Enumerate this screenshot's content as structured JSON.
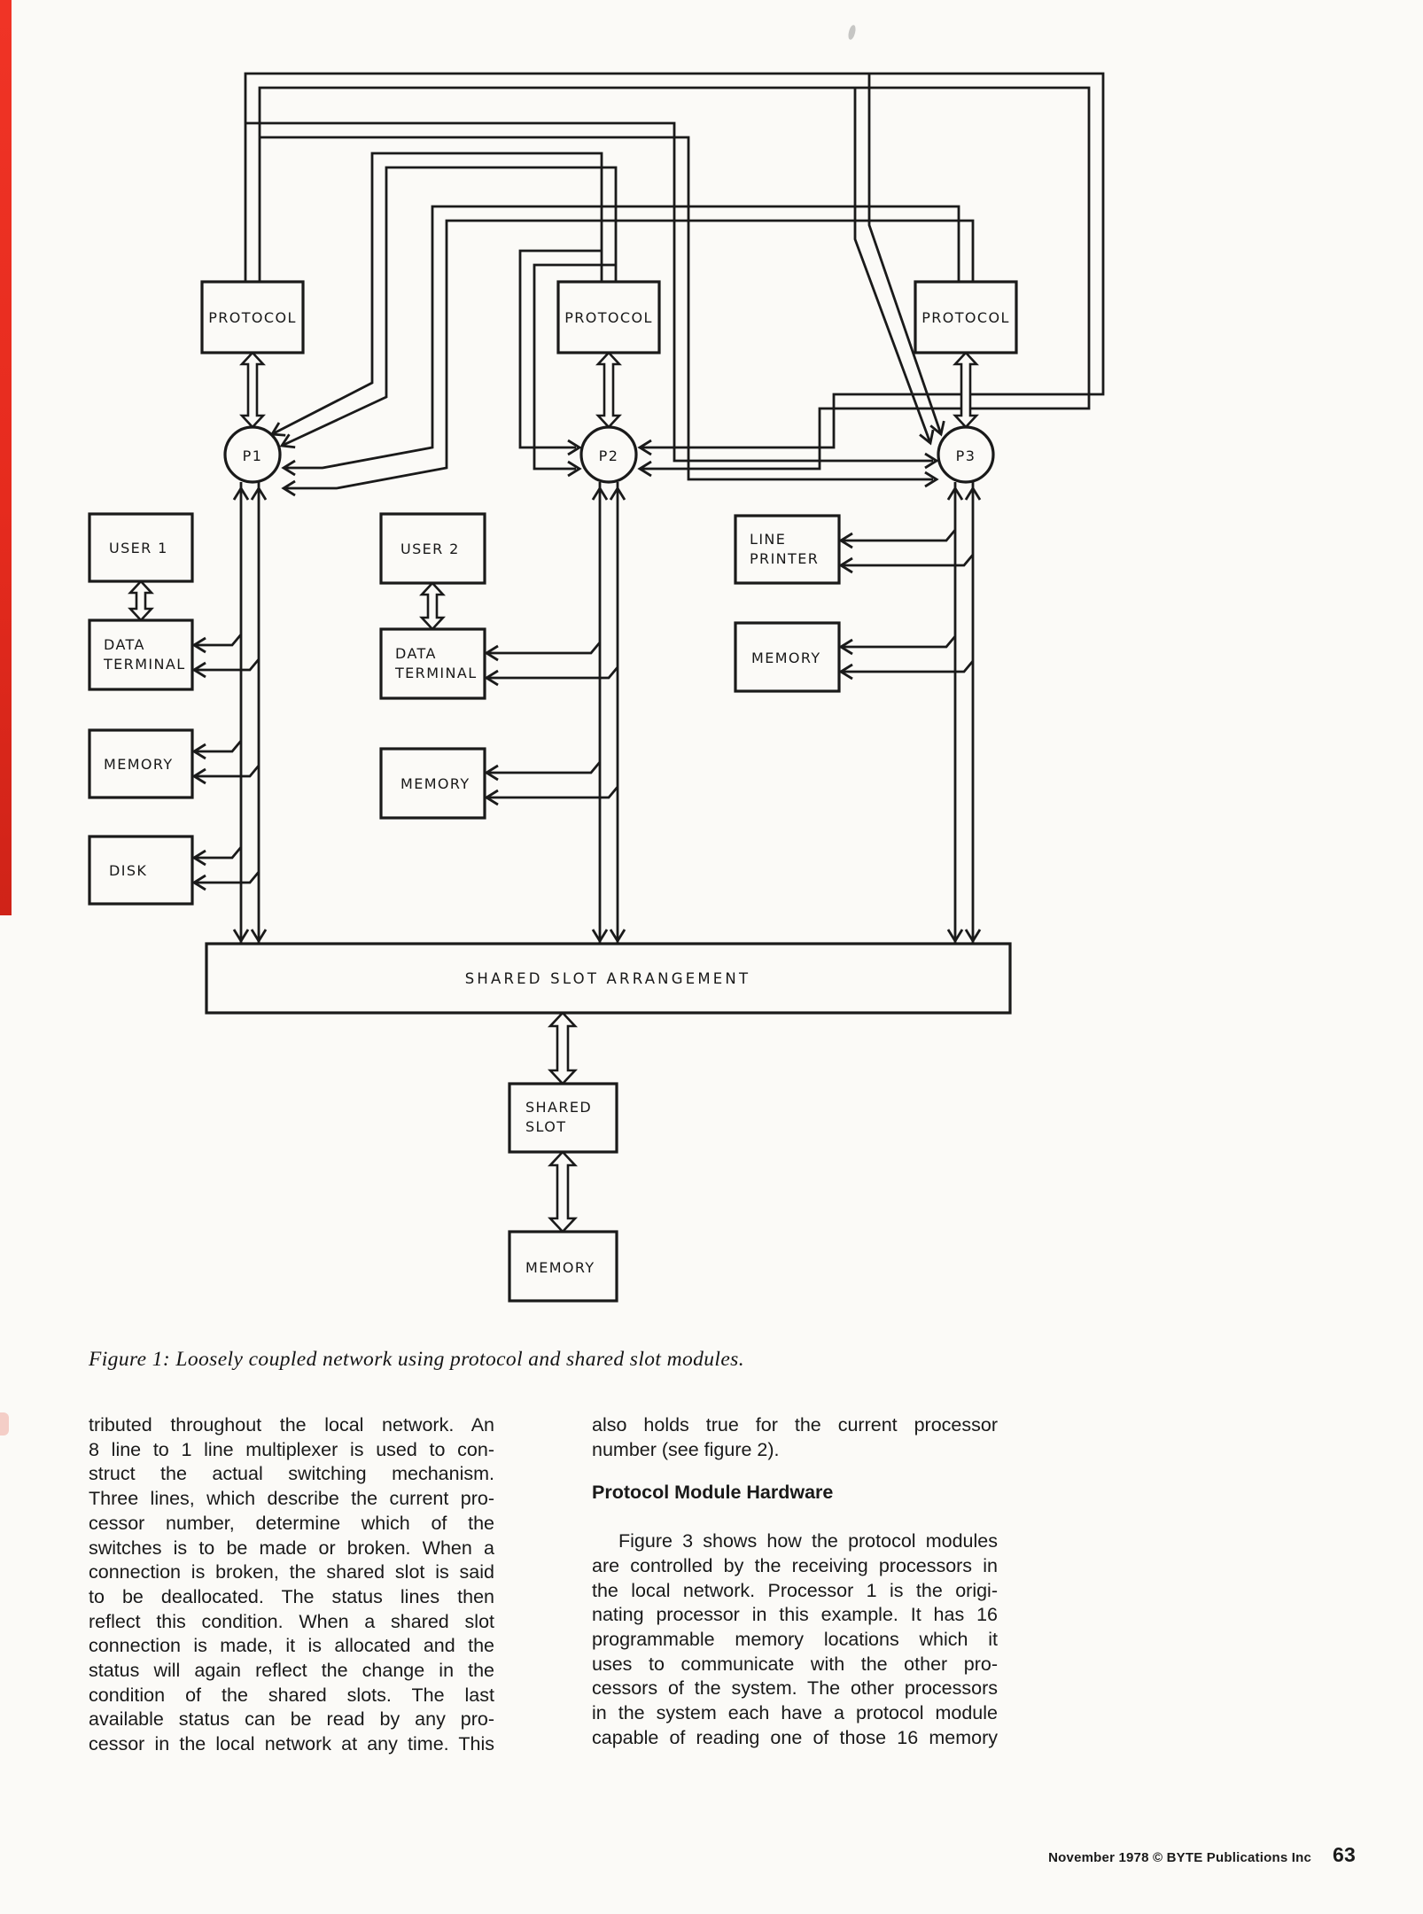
{
  "page": {
    "background": "#fbfaf7",
    "edge_stripe_color": "#e62b1e",
    "footer": "November 1978 © BYTE Publications Inc",
    "page_number": "63"
  },
  "figure": {
    "caption": "Figure 1: Loosely coupled network using protocol and shared slot modules.",
    "nodes": {
      "protocol": "PROTOCOL",
      "p1": "P1",
      "p2": "P2",
      "p3": "P3",
      "user1": "USER 1",
      "user2": "USER 2",
      "data_terminal": [
        "DATA",
        "TERMINAL"
      ],
      "line_printer": [
        "LINE",
        "PRINTER"
      ],
      "memory": "MEMORY",
      "disk": "DISK",
      "shared_slot_arrangement": "SHARED SLOT ARRANGEMENT",
      "shared_slot": [
        "SHARED",
        "SLOT"
      ]
    }
  },
  "article": {
    "left_column_lines": [
      "tributed throughout the local network. An",
      "8 line to 1 line multiplexer is used to con-",
      "struct the actual switching mechanism.",
      "Three lines, which describe the current pro-",
      "cessor number, determine which of the",
      "switches is to be made or broken. When a",
      "connection is broken, the shared slot is said",
      "to be deallocated. The status lines then",
      "reflect this condition. When a shared slot",
      "connection is made, it is allocated and the",
      "status will again reflect the change in the",
      "condition of the shared slots. The last",
      "available status can be read by any pro-",
      "cessor in the local network at any time. This"
    ],
    "right_paragraph_1_lines": [
      "also holds true for the current processor",
      "number (see figure 2)."
    ],
    "heading": "Protocol Module Hardware",
    "right_paragraph_2_lines": [
      "Figure 3 shows how the protocol modules",
      "are controlled by the receiving processors in",
      "the local network. Processor 1 is the origi-",
      "nating processor in this example. It has 16",
      "programmable memory locations which it",
      "uses to communicate with the other pro-",
      "cessors of the system. The other processors",
      "in the system each have a protocol module",
      "capable of reading one of those 16 memory"
    ]
  }
}
